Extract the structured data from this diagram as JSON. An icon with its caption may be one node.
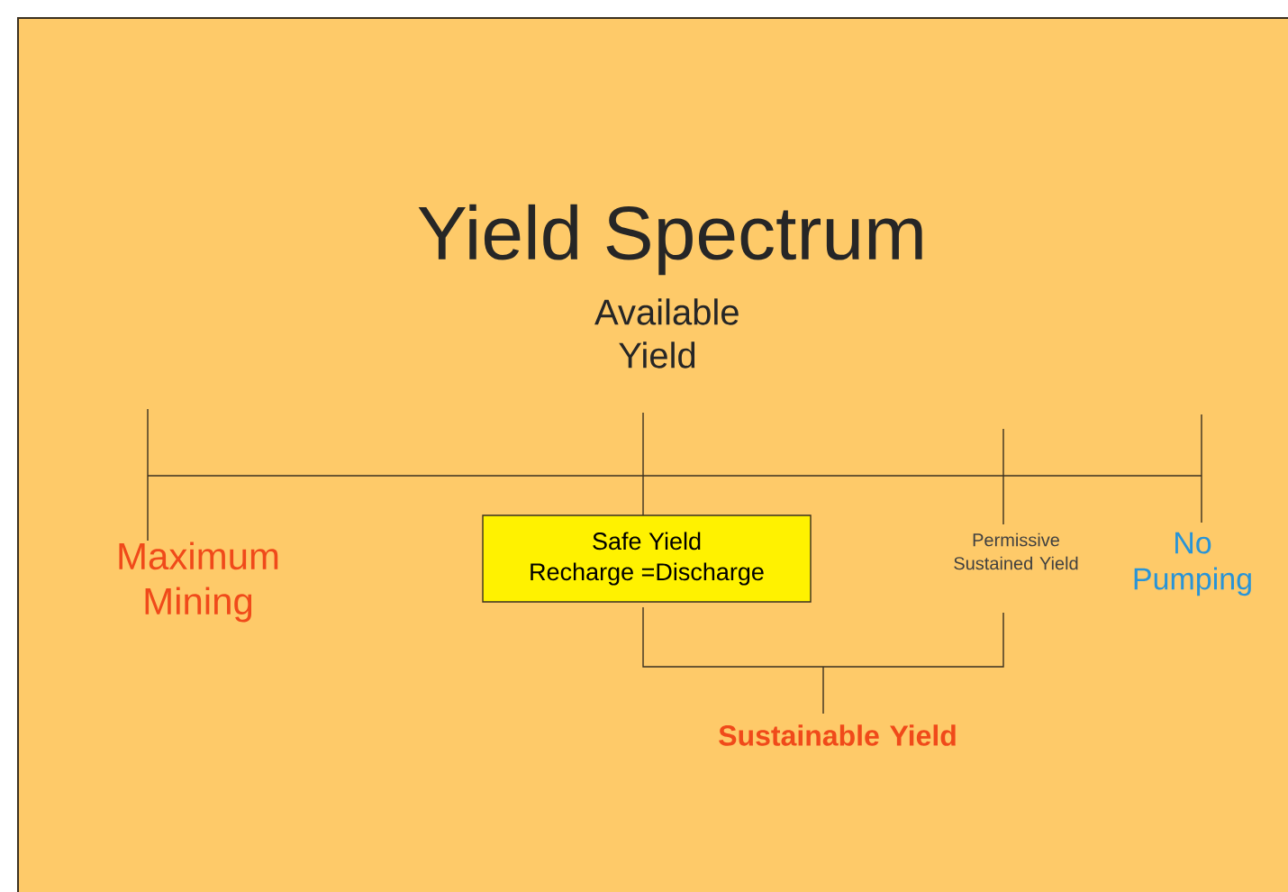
{
  "diagram": {
    "title": "Yield Spectrum",
    "nodes": [
      {
        "text": [
          "Safe Yield",
          "Recharge =Discharge"
        ]
      }
    ],
    "edges": [],
    "labels": [
      "Available Yield",
      "Maximum Mining",
      "Permissive Sustained Yield",
      "No Pumping",
      "Sustainable Yield"
    ]
  }
}
